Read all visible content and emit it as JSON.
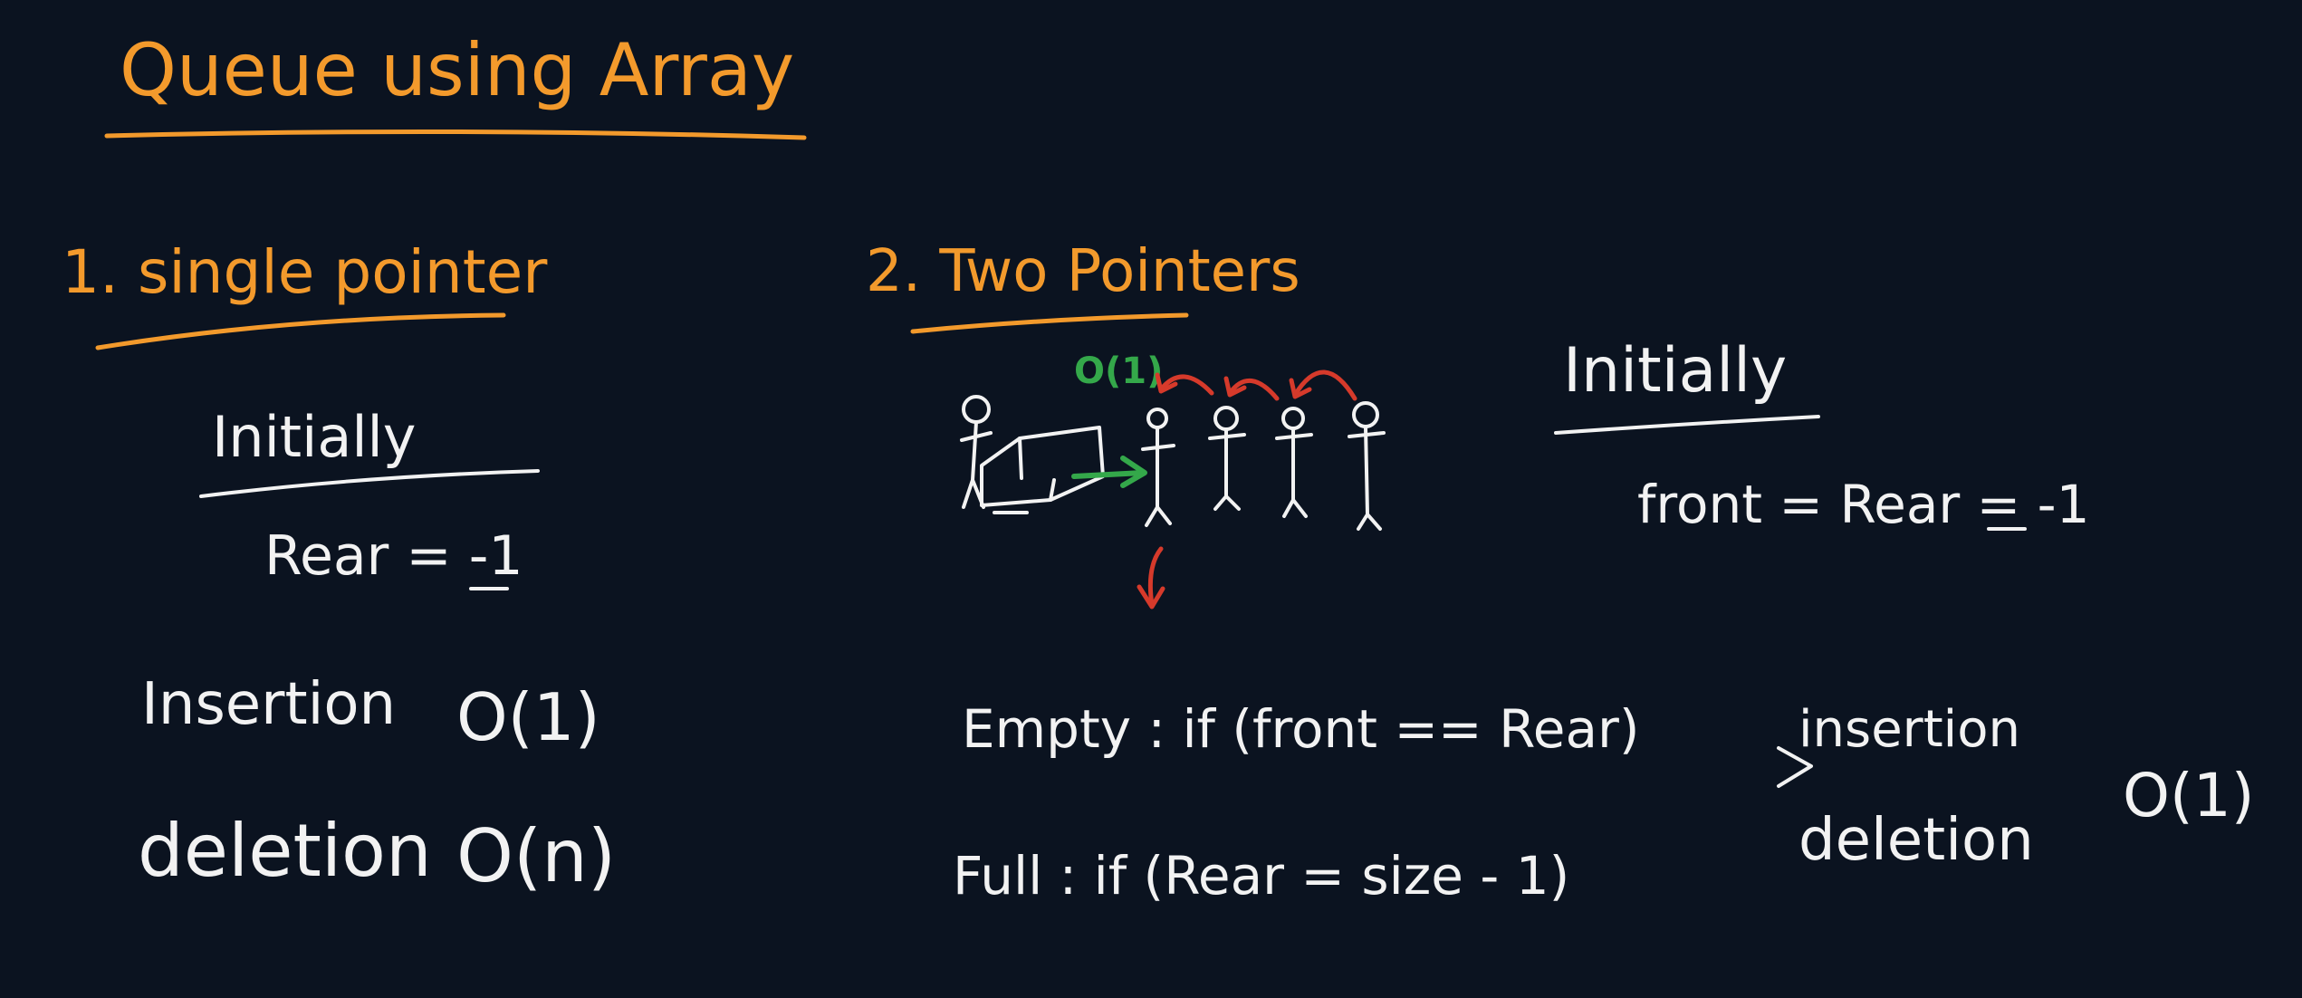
{
  "colors": {
    "background": "#0b1320",
    "heading": "#f39a2c",
    "ink": "#f2f2f2",
    "green_note": "#34a84a",
    "red_arrow": "#d63a2b"
  },
  "title": "Queue using Array",
  "single_pointer": {
    "heading": "1. single pointer",
    "initially": "Initially",
    "rear_init": "Rear = -1",
    "insertion_label": "Insertion",
    "insertion_cost": "O(1)",
    "deletion_label": "deletion",
    "deletion_cost": "O(n)"
  },
  "two_pointers": {
    "heading": "2. Two Pointers",
    "diagram_note": "O(1)",
    "initially": "Initially",
    "init_value": "front = Rear = -1",
    "empty_condition": "Empty : if (front == Rear)",
    "full_condition": "Full : if (Rear = size - 1)",
    "insertion_label": "insertion",
    "deletion_label": "deletion",
    "shared_cost": "O(1)"
  }
}
